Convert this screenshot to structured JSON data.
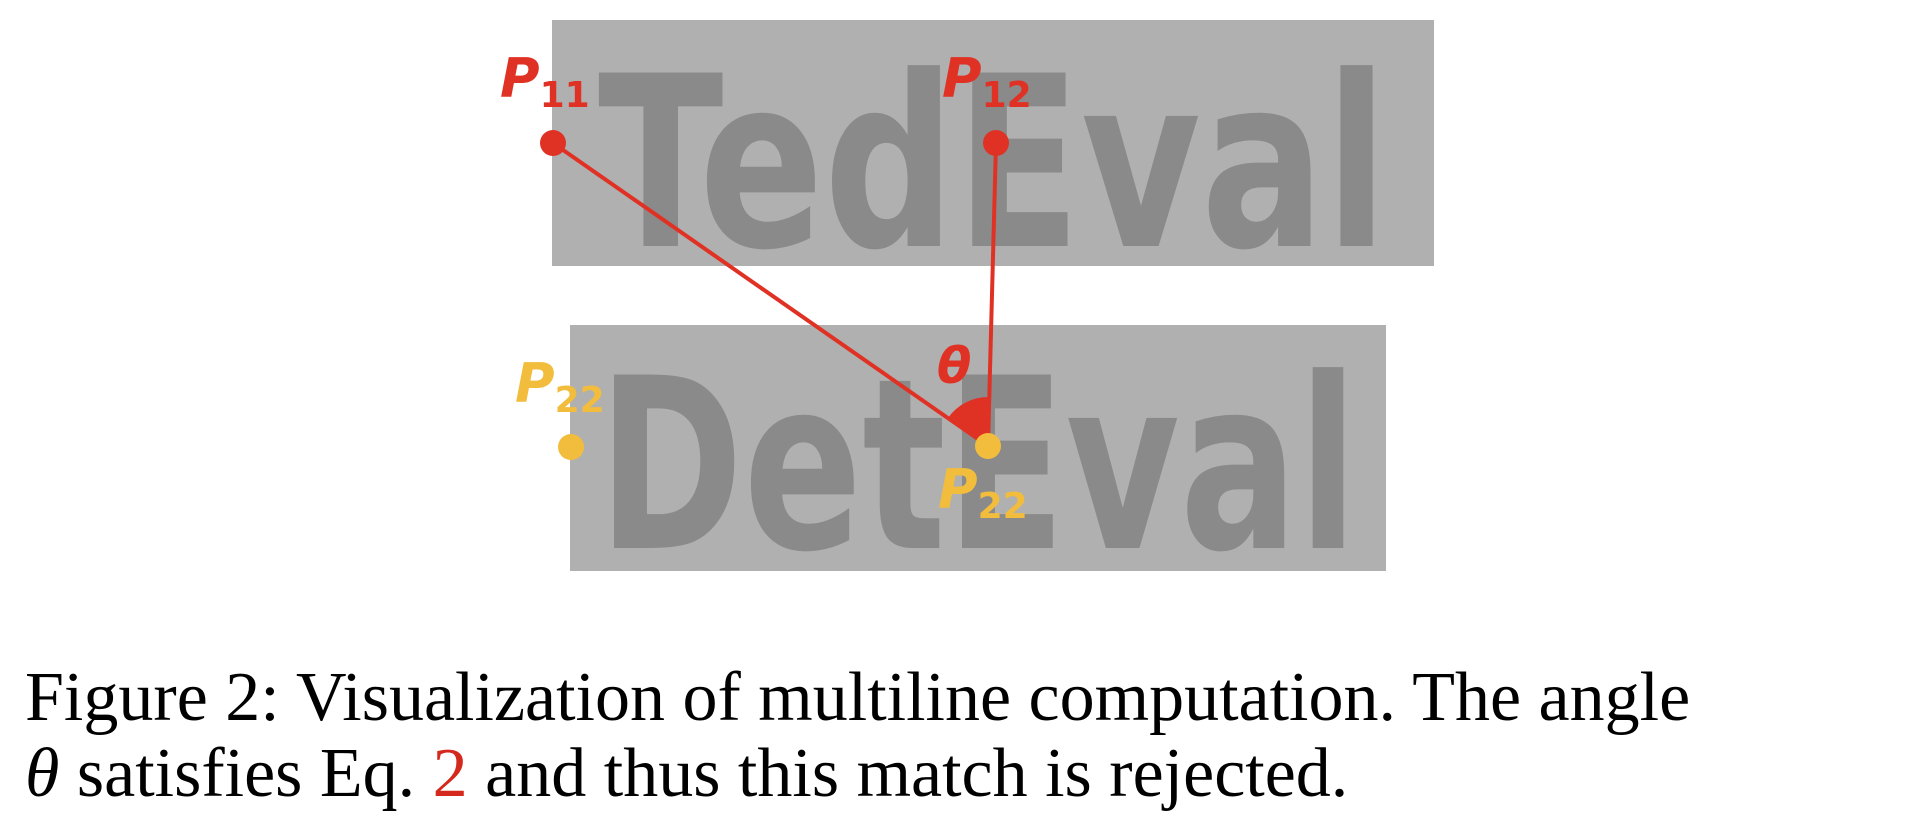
{
  "figure": {
    "top_box_text": "TedEval",
    "bottom_box_text": "DetEval",
    "labels": {
      "p11": {
        "letter": "P",
        "sub": "11"
      },
      "p12": {
        "letter": "P",
        "sub": "12"
      },
      "p22_left": {
        "letter": "P",
        "sub": "22"
      },
      "p22_center": {
        "letter": "P",
        "sub": "22"
      },
      "angle": "θ"
    },
    "colors": {
      "box": "#b0b0b0",
      "box_text": "#8a8a8a",
      "red": "#e03224",
      "yellow": "#f2bd3c"
    }
  },
  "caption": {
    "line1": "Figure 2: Visualization of multiline computation. The angle",
    "theta": "θ",
    "part_a": " satisfies Eq. ",
    "eq_ref": "2",
    "part_b": " and thus this match is rejected."
  }
}
